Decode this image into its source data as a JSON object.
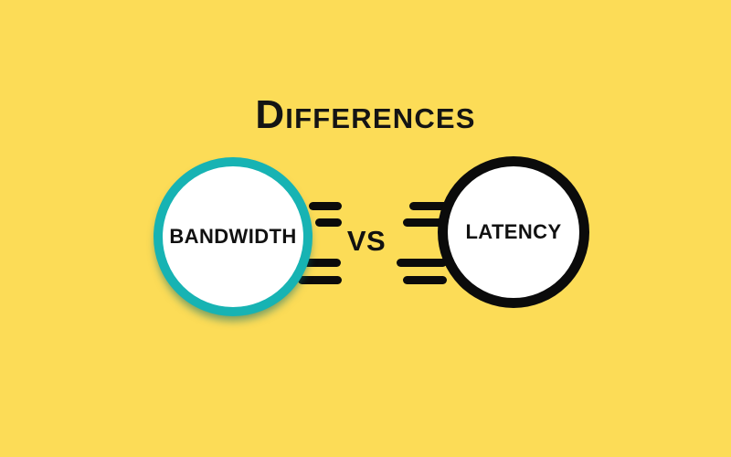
{
  "graphic": {
    "type": "versus-comparison-infographic",
    "background_color": "#FCDC57",
    "title": "Differences"
  },
  "comparison": {
    "separator_label": "VS",
    "left": {
      "label": "BANDWIDTH",
      "ring_color": "#17B3B3",
      "fill_color": "#FFFFFF",
      "text_color": "#111111",
      "speed_lines": 4
    },
    "right": {
      "label": "LATENCY",
      "ring_color": "#0B0B0B",
      "fill_color": "#FFFFFF",
      "text_color": "#111111",
      "speed_lines": 4
    }
  }
}
